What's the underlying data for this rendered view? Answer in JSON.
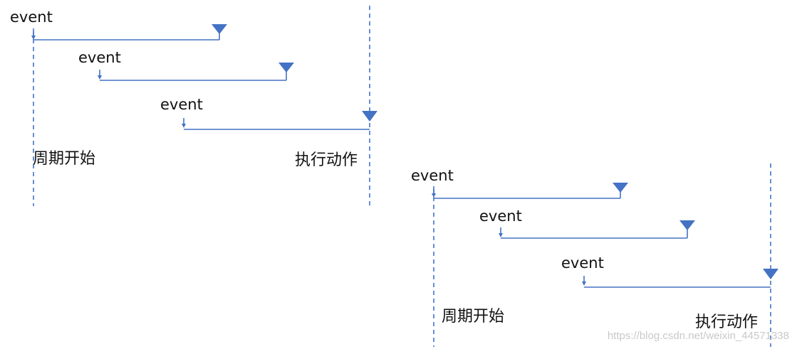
{
  "colors": {
    "line": "#4472c4",
    "triangle": "#4472c4",
    "text": "#111111",
    "watermark": "#c9c9c9"
  },
  "event_label": "event",
  "cycle_start_label": "周期开始",
  "action_label": "执行动作",
  "watermark": "https://blog.csdn.net/weixin_44571338",
  "icons": {
    "event_marker": "small-down-arrow-icon",
    "deadline_marker": "down-triangle-icon"
  }
}
